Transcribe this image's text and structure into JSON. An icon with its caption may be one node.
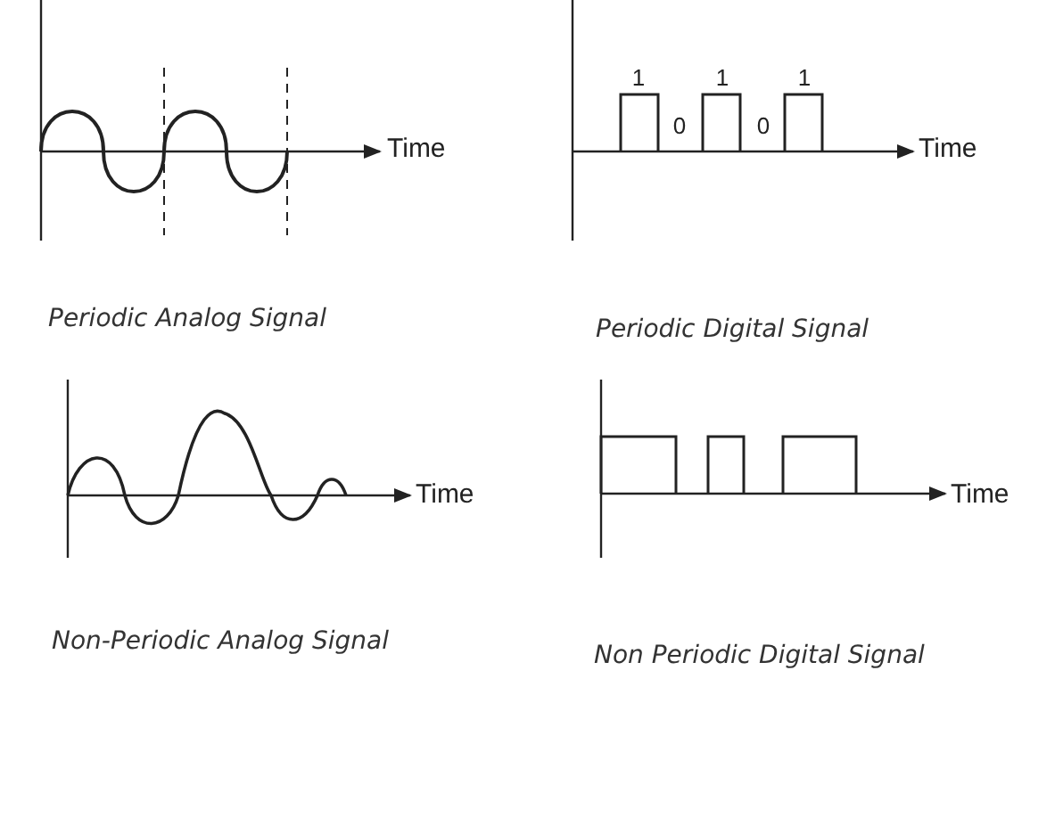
{
  "diagram": {
    "labels": [
      "Time",
      "1",
      "1",
      "1",
      "0",
      "0",
      "Time",
      "Periodic Analog Signal",
      "Periodic Digital Signal",
      "Time",
      "Time",
      "Non-Periodic Analog Signal",
      "Non Periodic Digital Signal"
    ]
  }
}
